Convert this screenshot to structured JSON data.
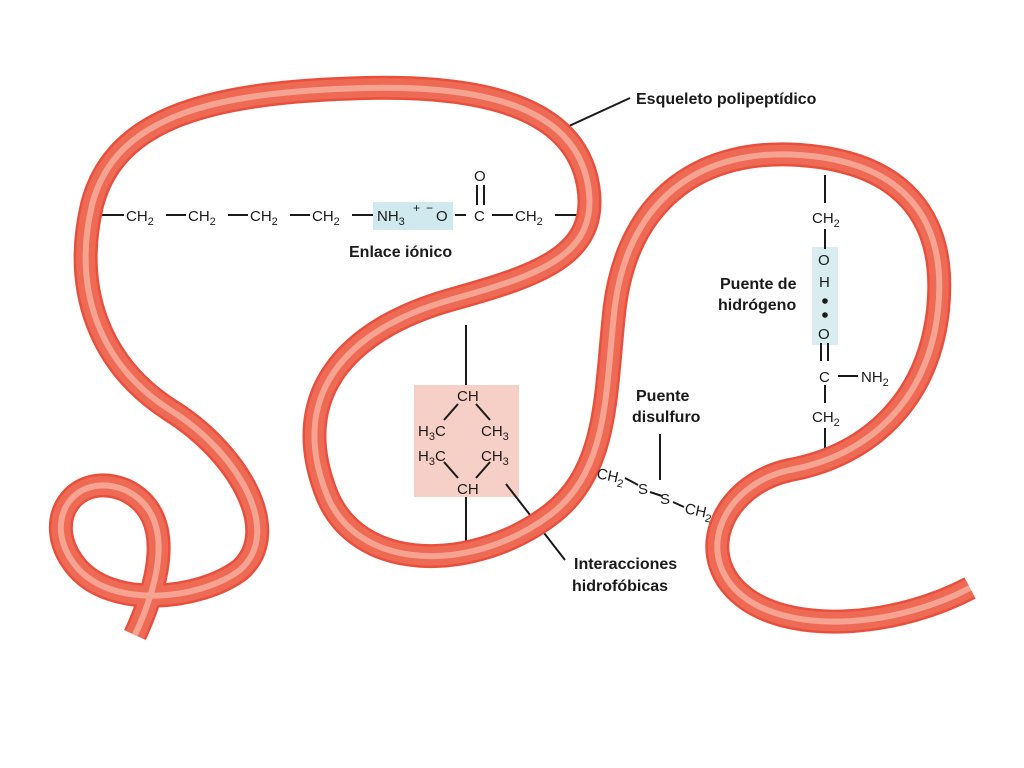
{
  "labels": {
    "backbone": "Esqueleto polipeptídico",
    "ionic": "Enlace iónico",
    "hbond_line1": "Puente de",
    "hbond_line2": "hidrógeno",
    "disulfide_line1": "Puente",
    "disulfide_line2": "disulfuro",
    "hydrophobic_line1": "Interacciones",
    "hydrophobic_line2": "hidrofóbicas"
  },
  "ionic_chain": {
    "ch2_1": "CH2",
    "ch2_2": "CH2",
    "ch2_3": "CH2",
    "ch2_4": "CH2",
    "nh3": "NH3",
    "plus": "+",
    "minus": "−",
    "o_minus": "O",
    "c": "C",
    "o_top": "O",
    "ch2_5": "CH2"
  },
  "hydrophobic_group": {
    "ch_top": "CH",
    "h3c_left_1": "H3C",
    "ch3_right_1": "CH3",
    "h3c_left_2": "H3C",
    "ch3_right_2": "CH3",
    "ch_bottom": "CH"
  },
  "hbond_group": {
    "ch2_top": "CH2",
    "o_1": "O",
    "h": "H",
    "o_2": "O",
    "c": "C",
    "nh2": "NH2",
    "ch2_bottom": "CH2"
  },
  "disulfide_group": {
    "ch2_left": "CH2",
    "s_1": "S",
    "s_2": "S",
    "ch2_right": "CH2"
  },
  "colors": {
    "backbone": "#ee6a55",
    "backbone_highlight": "#f9b7a6",
    "backbone_edge": "#e8503d",
    "ionic_highlight": "#cfe9ee",
    "hydrophobic_box": "#f6d0c6",
    "hbond_highlight": "#d9ecef"
  }
}
